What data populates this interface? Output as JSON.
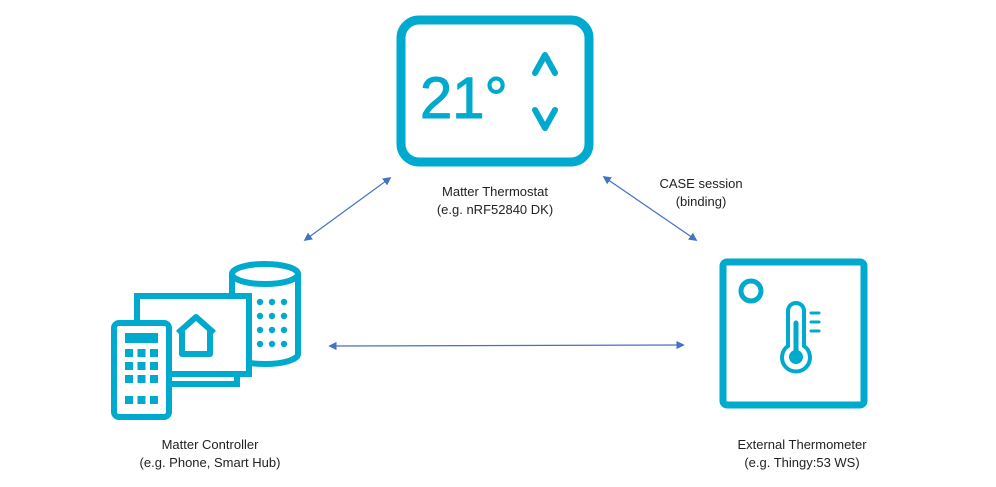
{
  "colors": {
    "accent": "#00a9ce",
    "connector": "#4472c4",
    "text": "#222222"
  },
  "nodes": {
    "thermostat": {
      "display": "21°",
      "name": "Matter Thermostat",
      "subtitle": "(e.g. nRF52840 DK)",
      "icon": "thermostat-icon"
    },
    "controller": {
      "name": "Matter Controller",
      "subtitle": "(e.g. Phone, Smart Hub)",
      "icon": "controller-devices-icon"
    },
    "thermometer": {
      "name": "External Thermometer",
      "subtitle": "(e.g. Thingy:53 WS)",
      "icon": "thermometer-sensor-icon"
    }
  },
  "connections": {
    "thermostat_thermometer": {
      "line1": "CASE session",
      "line2": "(binding)"
    }
  }
}
